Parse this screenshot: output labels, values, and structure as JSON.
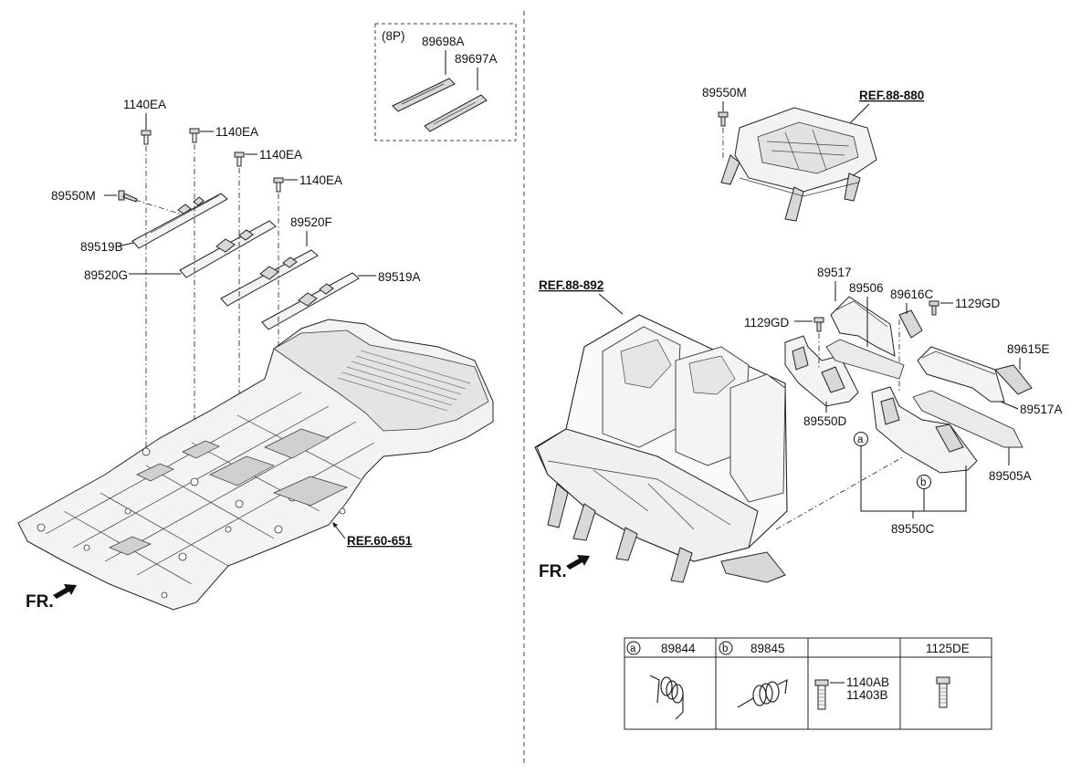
{
  "left_panel": {
    "kit_box": {
      "label": "(8P)",
      "parts": [
        "89698A",
        "89697A"
      ]
    },
    "callouts": {
      "c1140ea_1": "1140EA",
      "c1140ea_2": "1140EA",
      "c1140ea_3": "1140EA",
      "c1140ea_4": "1140EA",
      "c89550m": "89550M",
      "c89519b": "89519B",
      "c89520f": "89520F",
      "c89520g": "89520G",
      "c89519a": "89519A"
    },
    "ref": "REF.60-651",
    "front": "FR."
  },
  "right_panel": {
    "callouts": {
      "c89550m": "89550M",
      "c89517": "89517",
      "c89506": "89506",
      "c89616c": "89616C",
      "c1129gd_right": "1129GD",
      "c1129gd_left": "1129GD",
      "c89615e": "89615E",
      "c89550d": "89550D",
      "c89517a": "89517A",
      "c89505a": "89505A",
      "c89550c": "89550C",
      "marker_a": "a",
      "marker_b": "b"
    },
    "ref_top": "REF.88-880",
    "ref_seat": "REF.88-892",
    "front": "FR."
  },
  "parts_table": {
    "col1": {
      "marker": "a",
      "part": "89844"
    },
    "col2": {
      "marker": "b",
      "part": "89845"
    },
    "col3": {
      "part_line1": "1140AB",
      "part_line2": "11403B"
    },
    "col4": {
      "part": "1125DE"
    }
  }
}
